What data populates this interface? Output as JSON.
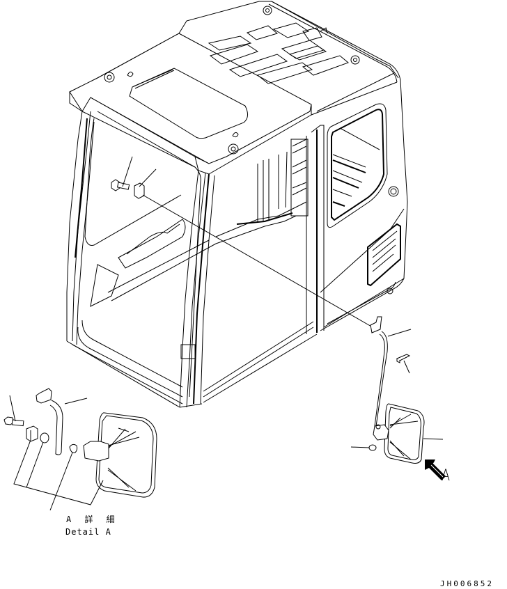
{
  "drawing": {
    "subject": "Operator cab with left and right side rear-view mirror assemblies (exploded parts view)",
    "labels": {
      "detail_title_jp": "A 詳 細",
      "detail_title_en": "Detail A",
      "view_arrow_label": "A",
      "drawing_number": "JH006852"
    },
    "callouts": {
      "cab_bolt": "leader to bolt on front pillar",
      "cab_clip": "leader to clip on front pillar",
      "right_mirror_stay": "leader to mirror stay (right side)",
      "right_pin": "leader to pin",
      "right_mirror": "leader to mirror (right side)",
      "right_nut": "leader to nut",
      "detail_bolt": "leader to bolt (Detail A)",
      "detail_stay": "leader to mirror stay (Detail A)",
      "detail_group": "leader group: clip, cap, mirror (Detail A)",
      "detail_cap": "leader to cap (Detail A)"
    },
    "colors": {
      "line": "#000000",
      "background": "#ffffff"
    }
  }
}
